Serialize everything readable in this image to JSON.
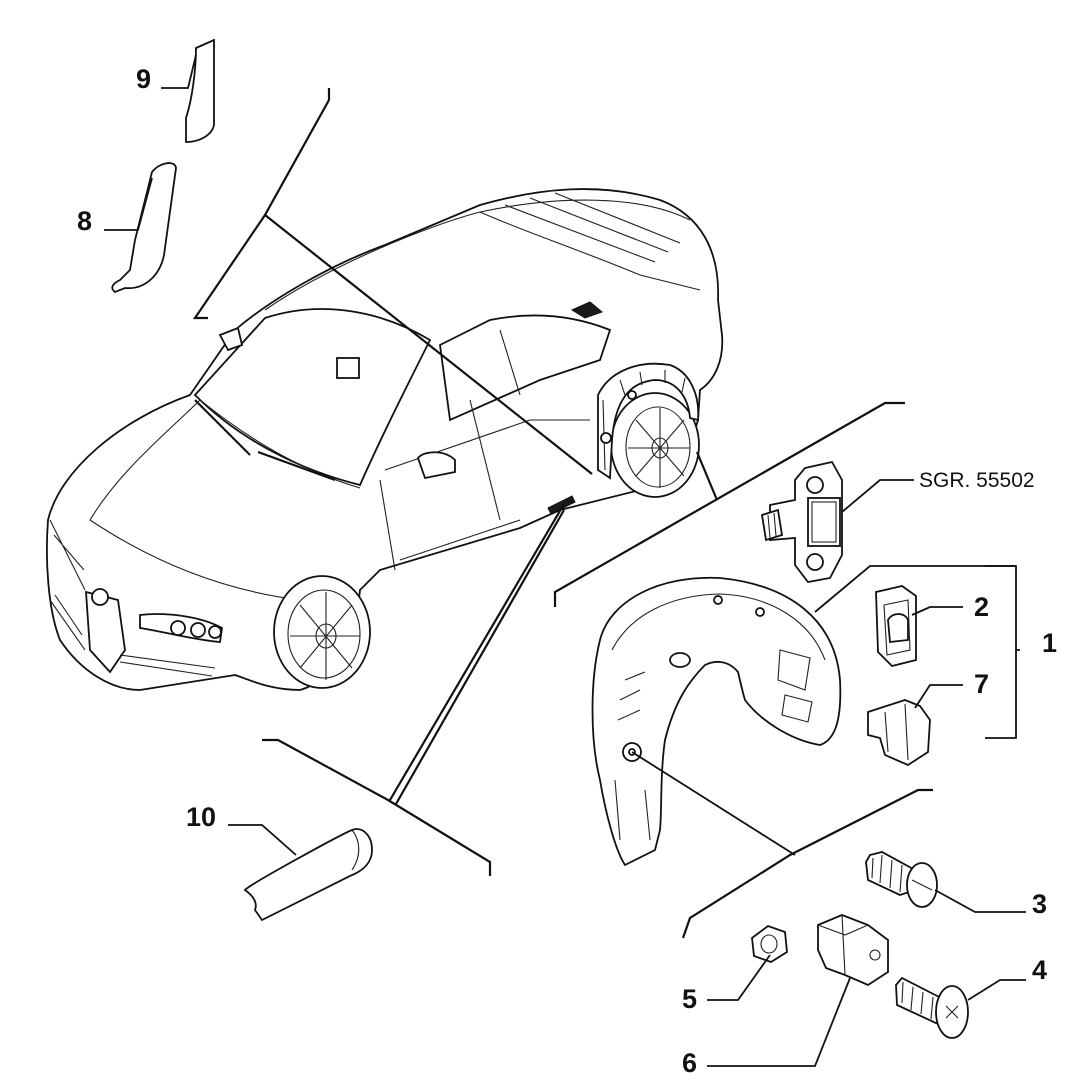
{
  "diagram": {
    "reference": "SGR. 55502",
    "callouts": [
      {
        "id": "1",
        "label": "1"
      },
      {
        "id": "2",
        "label": "2"
      },
      {
        "id": "3",
        "label": "3"
      },
      {
        "id": "4",
        "label": "4"
      },
      {
        "id": "5",
        "label": "5"
      },
      {
        "id": "6",
        "label": "6"
      },
      {
        "id": "7",
        "label": "7"
      },
      {
        "id": "8",
        "label": "8"
      },
      {
        "id": "9",
        "label": "9"
      },
      {
        "id": "10",
        "label": "10"
      }
    ],
    "parts": [
      {
        "name": "car-body",
        "icon": "sedan-car-illustration"
      },
      {
        "name": "wheelarch-liner",
        "icon": "fender-liner-illustration"
      },
      {
        "name": "sensor-bracket",
        "icon": "bracket-illustration"
      },
      {
        "name": "clip-2",
        "icon": "clip-illustration"
      },
      {
        "name": "clip-7",
        "icon": "clip-illustration"
      },
      {
        "name": "screw-3",
        "icon": "screw-illustration"
      },
      {
        "name": "bolt-4",
        "icon": "bolt-illustration"
      },
      {
        "name": "nut-5",
        "icon": "nut-illustration"
      },
      {
        "name": "cage-nut-6",
        "icon": "cage-nut-illustration"
      },
      {
        "name": "trim-8",
        "icon": "trim-illustration"
      },
      {
        "name": "trim-9",
        "icon": "trim-illustration"
      },
      {
        "name": "sill-trim-10",
        "icon": "sill-trim-illustration"
      }
    ]
  }
}
